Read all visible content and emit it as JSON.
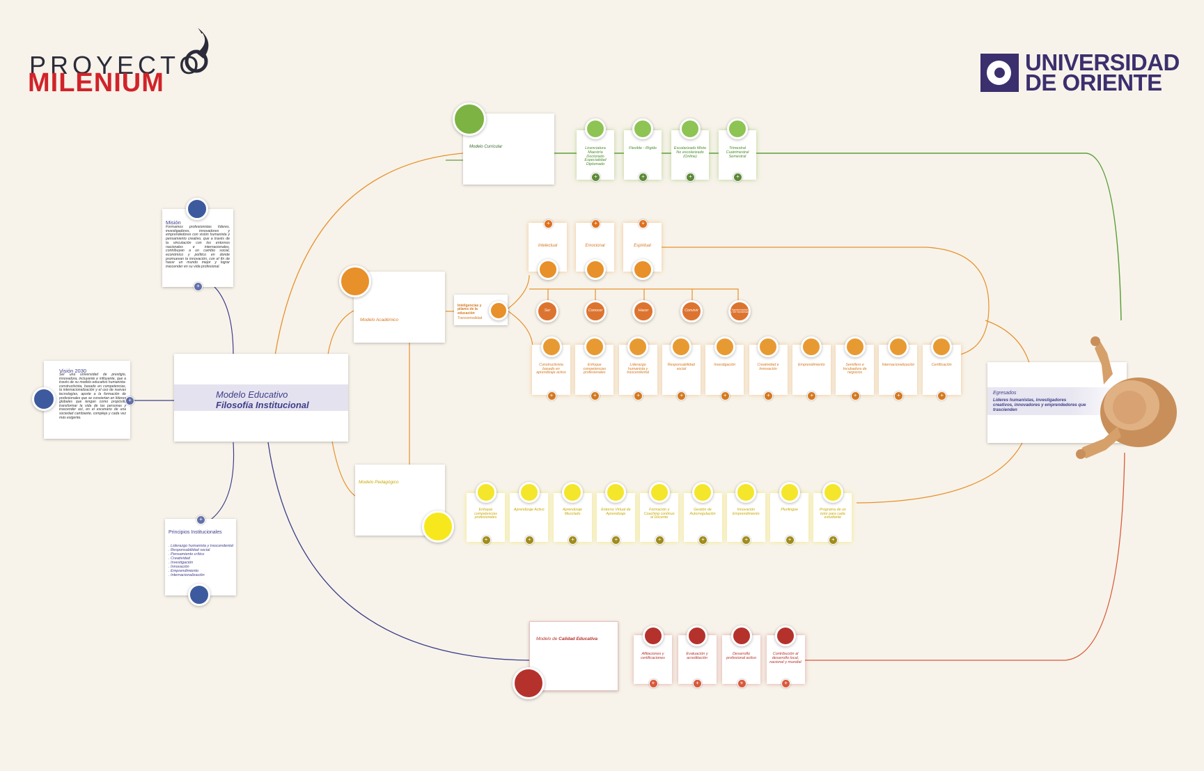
{
  "logos": {
    "proyecto": "PROYECTO",
    "milenium": "MILENIUM",
    "universidad": "UNIVERSIDAD",
    "de_oriente": "DE ORIENTE"
  },
  "center": {
    "line1": "Modelo Educativo",
    "line2": "Filosofía  Institucional"
  },
  "mision": {
    "title": "Misión",
    "body": "Formamos profesionistas líderes, investigadores, innovadores y emprendedores con visión humanista y pensamiento creativo, que a través de la vinculación con los entornos nacionales e internacionales, contribuyan a un cambio social, económico y político en donde promuevan la innovación, con el fin de hacer un mundo mejor y lograr trascender en su vida profesional."
  },
  "vision": {
    "title": "Visión 2030",
    "body": "Ser una universidad de prestigio, innovadora, incluyente e influyente, que a través de su modelo educativo humanista-constructivista, basado en competencias, la internacionalización y el uso de nuevas tecnologías, aporte a la formación de profesionales que se conviertan en líderes globales que tengan como propósito transformar la vida de las personas y trascender así, en el escenario de una sociedad cambiante, compleja y cada vez más exigente."
  },
  "principios": {
    "title": "Principios Institucionales",
    "items": [
      ". Liderazgo humanista y trascendental",
      ". Responsabilidad social",
      ". Pensamiento crítico",
      ". Creatividad",
      ". Investigación",
      ". Innovación",
      ". Emprendimiento",
      ". Internacionalización"
    ]
  },
  "curricular": {
    "title": "Modelo Curricular",
    "items": [
      "Licenciatura Maestría Doctorado Especialidad Diplomado",
      "Flexible - Rígido",
      "Escolarizado Mixto No escolarizado (Online)",
      "Trimestral Cuatrimestral Semestral"
    ]
  },
  "academico": {
    "title": "Modelo Académico",
    "intel_label": "Inteligencias y pilares de la educación",
    "transversal": "Transversalidad",
    "inteligencias": [
      "Intelectual",
      "Emocional",
      "Espiritual"
    ],
    "pilares": [
      "Ser",
      "Conocer",
      "Hacer",
      "Convivir",
      "Transformación y Ser humanista"
    ],
    "items": [
      "Constructivista basado en aprendizaje activo",
      "Enfoque competencias profesionales",
      "Liderazgo humanista y trascendental",
      "Responsabilidad social",
      "Investigación",
      "Creatividad e Innovación",
      "Emprendimiento",
      "Semillero e Incubadora de negocios",
      "Internacionalización",
      "Certificación"
    ]
  },
  "pedagogico": {
    "title": "Modelo Pedagógico",
    "items": [
      "Enfoque competencias profesionales",
      "Aprendizaje Activo",
      "Aprendizaje Mezclado",
      "Entorno Virtual de Aprendizaje",
      "Formación y Coaching continuo al Docente",
      "Gestión de Autorregulación",
      "Innovación Emprendimiento",
      "Plurilingüe",
      "Programa de un tutor para cada estudiante"
    ]
  },
  "calidad": {
    "title_prefix": "Modelo de ",
    "title_em": "Calidad Educativa",
    "items": [
      "Afiliaciones y certificaciones",
      "Evaluación y acreditación",
      "Desarrollo profesional activo",
      "Contribución al desarrollo local, nacional y mundial"
    ]
  },
  "egresados": {
    "title": "Egresados",
    "body": "Líderes humanistas, investigadores creativos, innovadores y emprendedores que trascienden"
  },
  "colors": {
    "background": "#f7f3ea",
    "navy": "#3d5a9e",
    "green": "#7cb342",
    "orange": "#e8902a",
    "yellow": "#f2e22a",
    "red": "#b5322c",
    "purple": "#3b2f6e"
  }
}
